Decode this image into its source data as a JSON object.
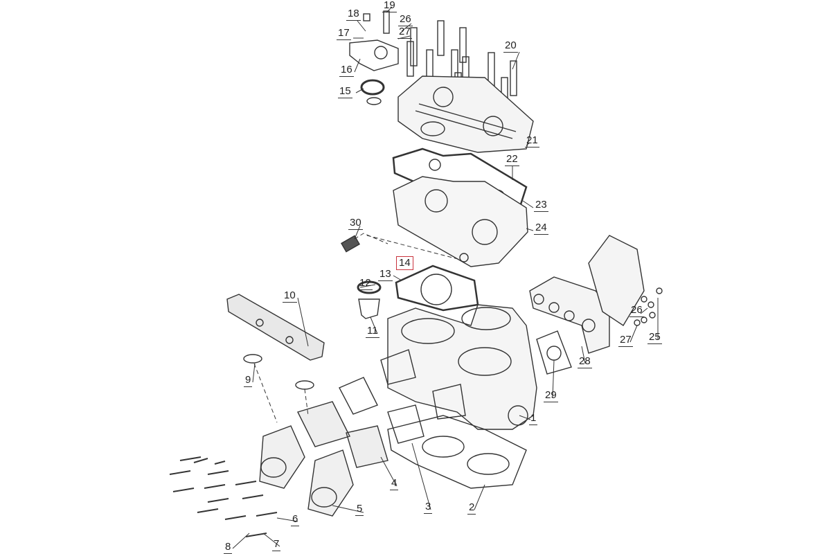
{
  "title": "Engine cylinder exploded parts diagram",
  "highlight_color": "#c8323c",
  "callouts": [
    "18",
    "19",
    "17",
    "26",
    "27",
    "16",
    "15",
    "20",
    "21",
    "22",
    "23",
    "24",
    "30",
    "14",
    "13",
    "12",
    "10",
    "11",
    "9",
    "26",
    "27",
    "25",
    "28",
    "29",
    "1",
    "4",
    "5",
    "3",
    "2",
    "6",
    "7",
    "8"
  ],
  "highlighted_callout": "14"
}
